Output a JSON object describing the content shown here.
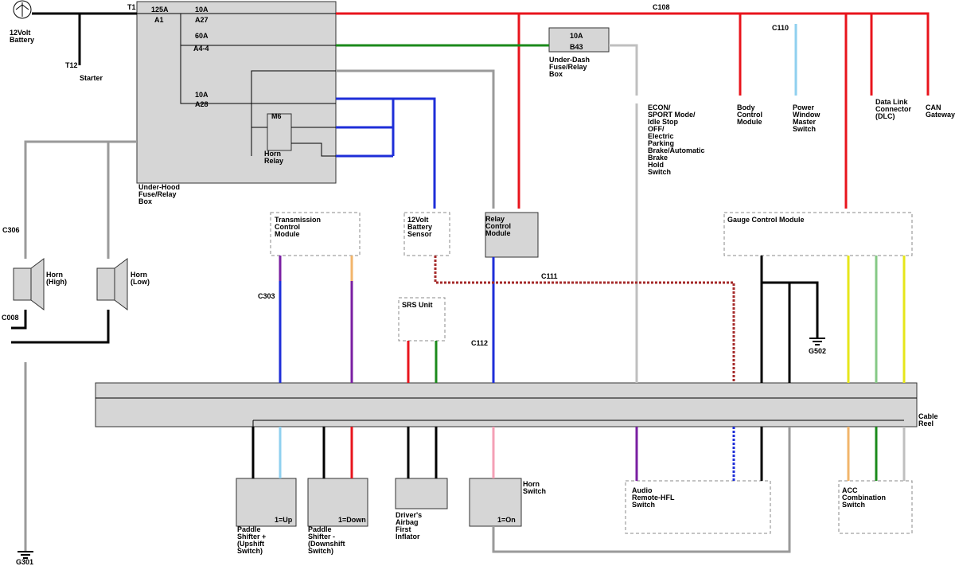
{
  "colors": {
    "red": "#e8141c",
    "green": "#1b8a1b",
    "gray": "#9a9a9a",
    "blue": "#1e2ed8",
    "black": "#000000",
    "white": "#bfbfbf",
    "purple": "#7a1fa2",
    "ltblue": "#8fd0ef",
    "tan": "#f2b56b",
    "yellow": "#e6e61a",
    "ltgreen": "#86c986",
    "brown": "#a52a2a",
    "pink": "#f4a0b5",
    "box": "#d6d6d6"
  },
  "components": {
    "battery": "12Volt\nBattery",
    "starter": "Starter",
    "underhood": "Under-Hood\nFuse/Relay\nBox",
    "underdash": "Under-Dash\nFuse/Relay\nBox",
    "horn_relay": "Horn\nRelay",
    "horn_high": "Horn\n(High)",
    "horn_low": "Horn\n(Low)",
    "tcm": "Transmission\nControl\nModule",
    "batt_sensor": "12Volt\nBattery\nSensor",
    "relay_cm": "Relay\nControl\nModule",
    "srs": "SRS Unit",
    "econ": "ECON/\nSPORT Mode/\nIdle Stop\nOFF/\nElectric\nParking\nBrake/Automatic\nBrake\nHold\nSwitch",
    "bcm": "Body\nControl\nModule",
    "pwm": "Power\nWindow\nMaster\nSwitch",
    "dlc": "Data Link\nConnector\n(DLC)",
    "can": "CAN\nGateway",
    "gauge": "Gauge Control Module",
    "cable_reel": "Cable\nReel",
    "paddle_up": "Paddle\nShifter +\n(Upshift\nSwitch)",
    "paddle_down": "Paddle\nShifter -\n(Downshift\nSwitch)",
    "airbag": "Driver's\nAirbag\nFirst\nInflator",
    "horn_switch": "Horn\nSwitch",
    "audio": "Audio\nRemote-HFL\nSwitch",
    "acc": "ACC\nCombination\nSwitch"
  },
  "fuses": {
    "a1": {
      "amp": "125A",
      "id": "A1"
    },
    "a27": {
      "amp": "10A",
      "id": "A27"
    },
    "a44": {
      "amp": "60A",
      "id": "A4-4"
    },
    "a28": {
      "amp": "10A",
      "id": "A28"
    },
    "b43": {
      "amp": "10A",
      "id": "B43"
    },
    "m6": "M6"
  },
  "grounds": {
    "g301": "G301",
    "g502": "G502"
  },
  "connectors": [
    "T1",
    "T12",
    "C108",
    "C110",
    "C306",
    "C008",
    "C303",
    "C112",
    "C111"
  ],
  "switch_states": {
    "up": "1=Up",
    "down": "1=Down",
    "horn": "1=On"
  }
}
